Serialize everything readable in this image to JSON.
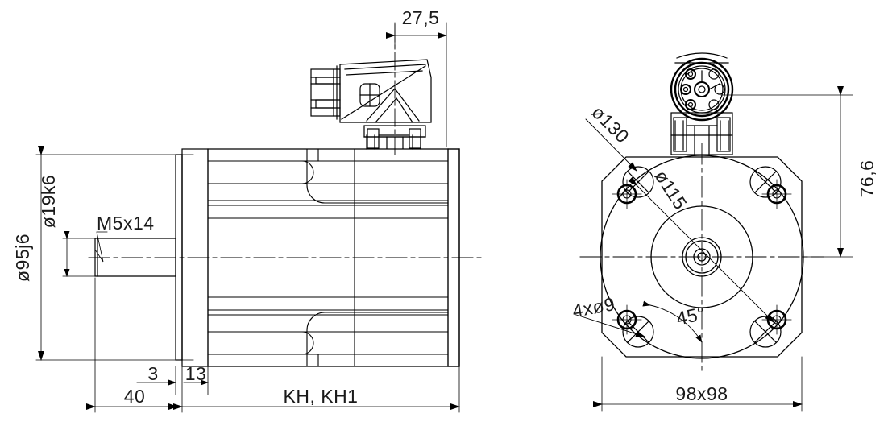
{
  "drawing": {
    "title": "Servo motor dimensional drawing",
    "type": "technical-drawing",
    "line_color": "#000000",
    "text_color": "#1a1a1a",
    "background": "#ffffff"
  },
  "side_view": {
    "name": "side-elevation",
    "dimensions": {
      "connector_offset": "27,5",
      "flange_diameter": "ø95j6",
      "shaft_diameter": "ø19k6",
      "shaft_thread": "M5x14",
      "flange_step": "3",
      "flange_thickness": "13",
      "shaft_length": "40",
      "body_length": "KH, KH1"
    }
  },
  "front_view": {
    "name": "front-elevation",
    "dimensions": {
      "bolt_circle_outer": "ø130",
      "bolt_circle_inner": "ø115",
      "connector_height": "76,6",
      "mounting_holes": "4xø9",
      "hole_angle": "45°",
      "square_size": "98x98"
    }
  }
}
